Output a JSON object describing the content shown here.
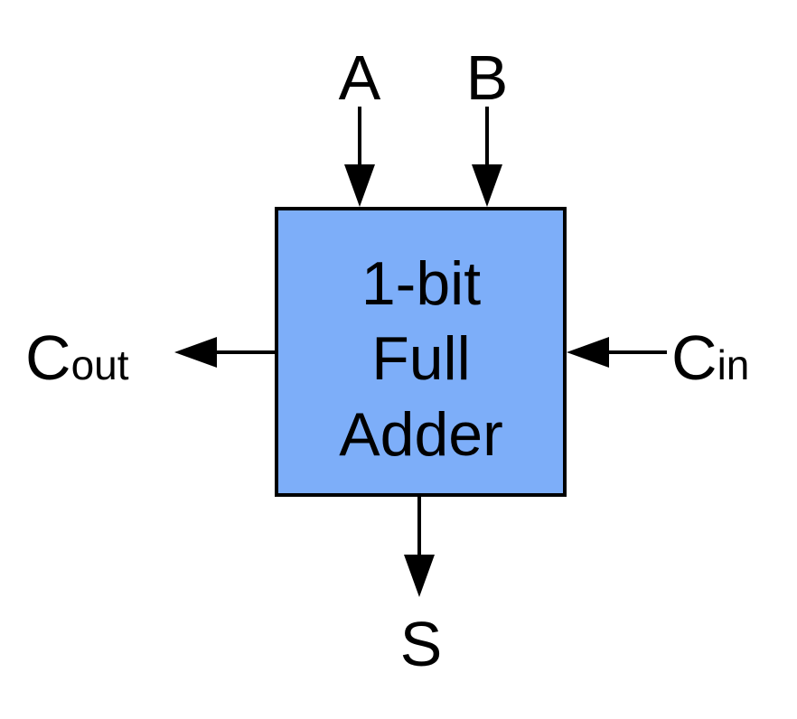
{
  "block": {
    "lines": [
      "1-bit",
      "Full",
      "Adder"
    ],
    "fill_color": "#7DAEF9",
    "border_color": "#000000"
  },
  "inputs": {
    "a": "A",
    "b": "B",
    "cin": {
      "base": "C",
      "sub": "in"
    }
  },
  "outputs": {
    "cout": {
      "base": "C",
      "sub": "out"
    },
    "s": "S"
  },
  "colors": {
    "arrow": "#000000",
    "background": "#FFFFFF"
  }
}
